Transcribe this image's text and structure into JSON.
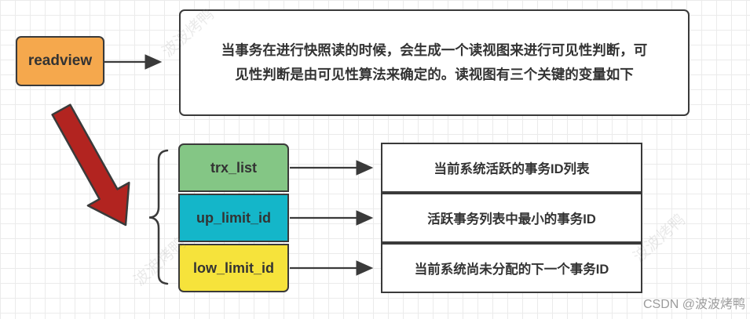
{
  "diagram": {
    "root": {
      "label": "readview"
    },
    "description": {
      "line1": "当事务在进行快照读的时候，会生成一个读视图来进行可见性判断，可",
      "line2": "见性判断是由可见性算法来确定的。读视图有三个关键的变量如下"
    },
    "variables": [
      {
        "label": "trx_list",
        "color": "#84C685",
        "description": "当前系统活跃的事务ID列表"
      },
      {
        "label": "up_limit_id",
        "color": "#14B6C9",
        "description": "活跃事务列表中最小的事务ID"
      },
      {
        "label": "low_limit_id",
        "color": "#F6E33B",
        "description": "当前系统尚未分配的下一个事务ID"
      }
    ],
    "colors": {
      "root_box": "#F5A84D",
      "red_arrow": "#B22420",
      "stroke": "#3A3A3A"
    },
    "watermark": {
      "corner": "CSDN @波波烤鸭",
      "tiled": "波波烤鸭"
    }
  }
}
